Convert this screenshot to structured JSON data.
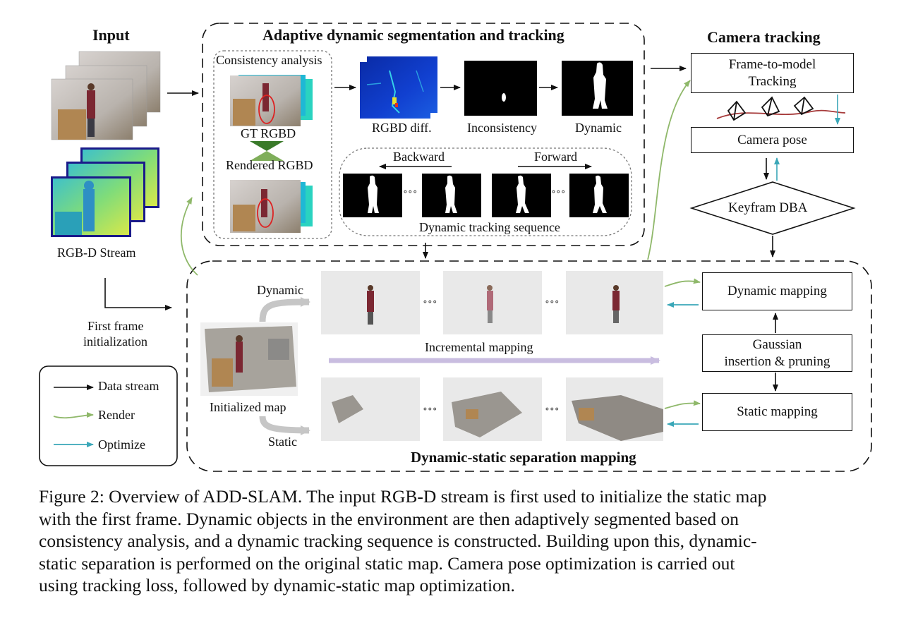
{
  "input": {
    "title": "Input",
    "stream_label": "RGB-D Stream",
    "first_frame_label": [
      "First frame",
      "initialization"
    ]
  },
  "ads": {
    "title": "Adaptive dynamic segmentation and tracking",
    "consistency_title": "Consistency analysis",
    "gt_rgbd": "GT RGBD",
    "rendered_rgbd": "Rendered RGBD",
    "rgbd_diff": "RGBD diff.",
    "inconsistency": "Inconsistency",
    "dynamic": "Dynamic",
    "backward": "Backward",
    "forward": "Forward",
    "ellipsis": "∘∘∘",
    "sequence_label": "Dynamic tracking sequence"
  },
  "camera": {
    "title": "Camera tracking",
    "frame_to_model": [
      "Frame-to-model",
      "Tracking"
    ],
    "camera_pose": "Camera pose",
    "keyframe_dba": "Keyfram DBA"
  },
  "mapping": {
    "title": "Dynamic-static separation mapping",
    "dynamic_label": "Dynamic",
    "static_label": "Static",
    "initialized_map": "Initialized map",
    "incremental_mapping": "Incremental mapping",
    "dynamic_mapping": "Dynamic mapping",
    "gaussian": [
      "Gaussian",
      "insertion & pruning"
    ],
    "static_mapping": "Static mapping",
    "ellipsis": "∘∘∘"
  },
  "legend": {
    "data_stream": "Data stream",
    "render": "Render",
    "optimize": "Optimize"
  },
  "colors": {
    "data_stream": "#111111",
    "render": "#8fb86a",
    "optimize": "#3aa7b8",
    "incremental": "#c9bde0"
  },
  "caption": [
    "Figure 2: Overview of ADD-SLAM. The input RGB-D stream is first used to initialize the static map",
    "with the first frame. Dynamic objects in the environment are then adaptively segmented based on",
    "consistency analysis, and a dynamic tracking sequence is constructed. Building upon this, dynamic-",
    "static separation is performed on the original static map. Camera pose optimization is carried out",
    "using tracking loss, followed by dynamic-static map optimization."
  ]
}
